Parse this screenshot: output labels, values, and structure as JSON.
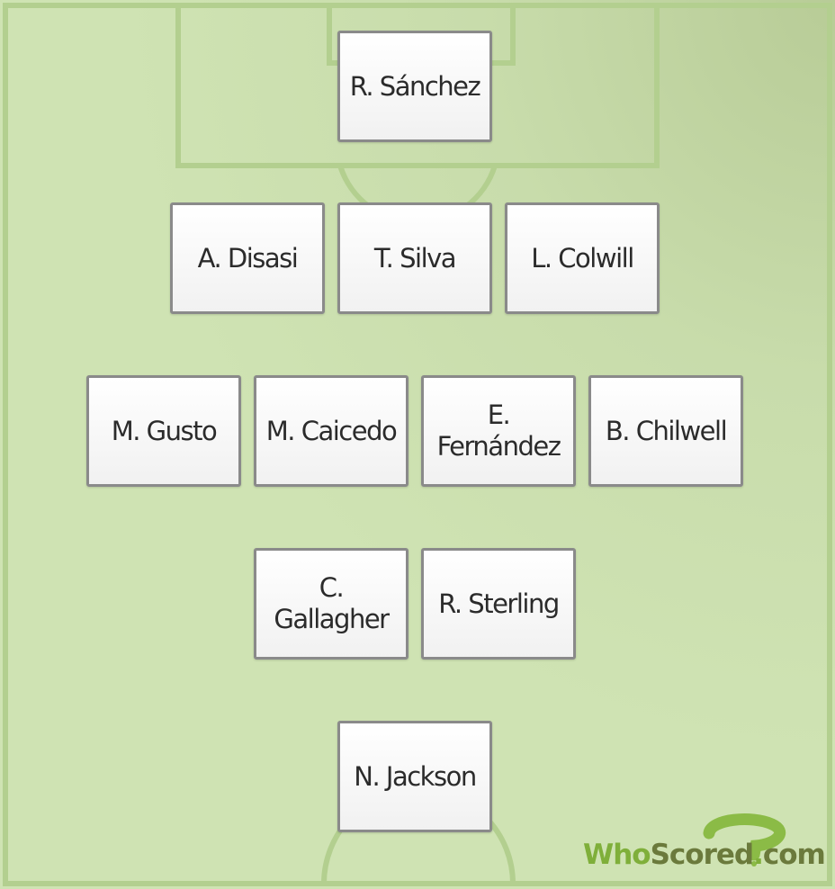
{
  "formation": {
    "goalkeeper": "R. Sánchez",
    "defenders": [
      "A. Disasi",
      "T. Silva",
      "L. Colwill"
    ],
    "midfielders": [
      "M. Gusto",
      "M. Caicedo",
      "E. Fernández",
      "B. Chilwell"
    ],
    "attacking_midfielders": [
      "C. Gallagher",
      "R. Sterling"
    ],
    "forward": "N. Jackson"
  },
  "brand": {
    "who": "Who",
    "scored": "Scored",
    "dot": ".",
    "com": "com"
  },
  "colors": {
    "pitch": "#cfe3b3",
    "lines": "#b2cf8d",
    "card_border": "#8a8a8a",
    "brand_green": "#7faf3a",
    "brand_olive": "#6b7a3c"
  }
}
